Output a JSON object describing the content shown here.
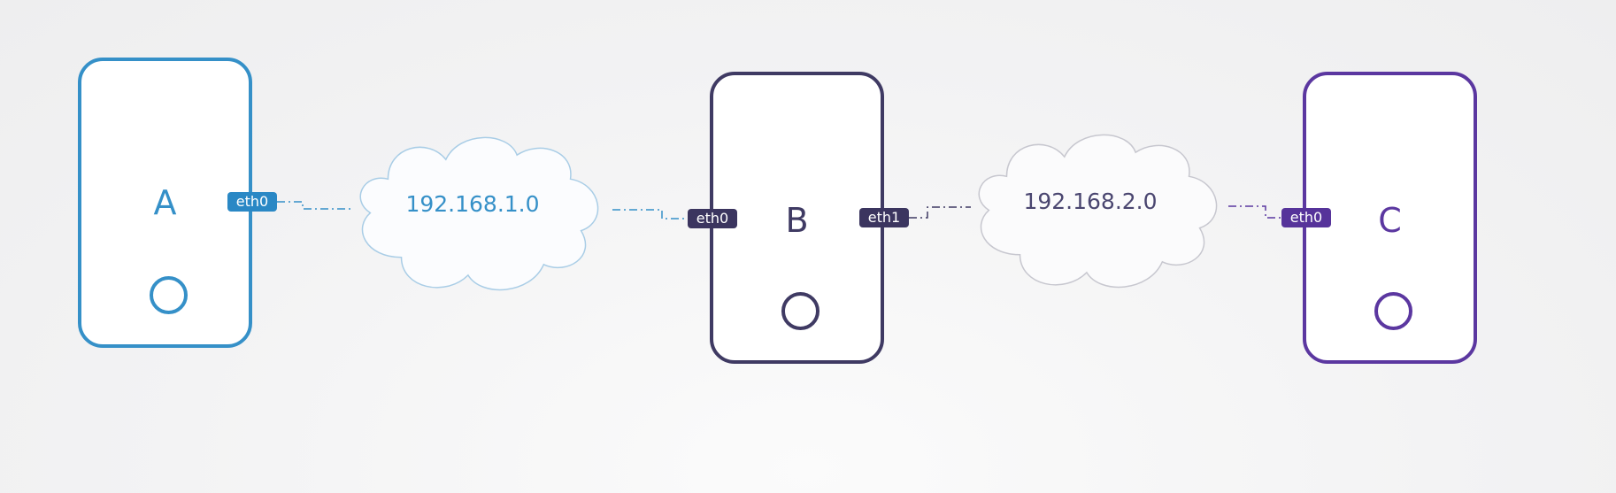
{
  "colors": {
    "device_a": "#3590c8",
    "device_b": "#3f3a63",
    "device_c": "#5b37a0",
    "cloud_1_outline": "#a9cde6",
    "cloud_2_outline": "#c7c7cf"
  },
  "devices": [
    {
      "label": "A",
      "interfaces": [
        {
          "name": "eth0"
        }
      ]
    },
    {
      "label": "B",
      "interfaces": [
        {
          "name": "eth0"
        },
        {
          "name": "eth1"
        }
      ]
    },
    {
      "label": "C",
      "interfaces": [
        {
          "name": "eth0"
        }
      ]
    }
  ],
  "networks": [
    {
      "label": "192.168.1.0"
    },
    {
      "label": "192.168.2.0"
    }
  ]
}
